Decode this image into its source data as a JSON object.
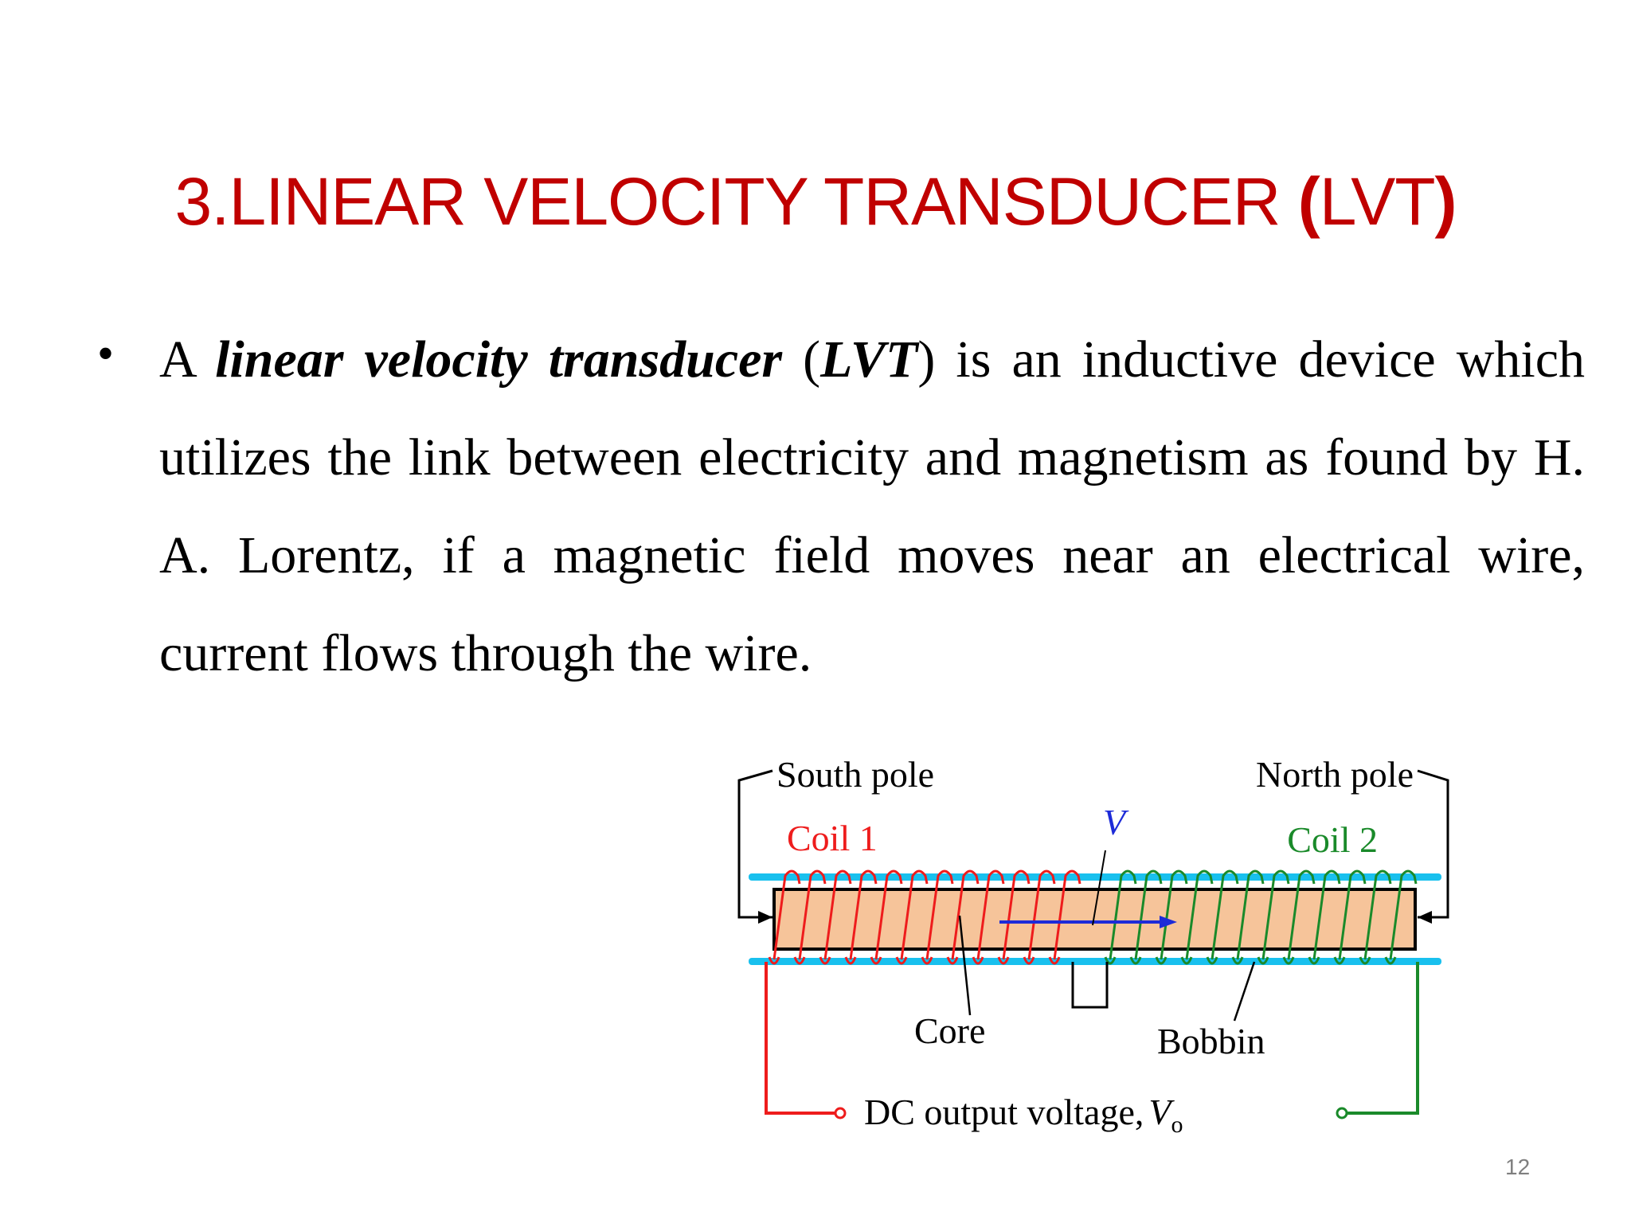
{
  "slide": {
    "title_main": "3.LINEAR VELOCITY TRANSDUCER ",
    "title_open": "(",
    "title_abbr": "LVT",
    "title_close": ")",
    "bullet_symbol": "•",
    "para_a": "A ",
    "para_term": "linear velocity transducer",
    "para_open": " (",
    "para_abbr": "LVT",
    "para_rest": ") is an inductive device which utilizes the link between electricity and magnetism as found by H. A. Lorentz,  if a magnetic field moves near an electrical wire, current flows through the wire.",
    "page_number": "12"
  },
  "diagram": {
    "south_pole": "South pole",
    "north_pole": "North pole",
    "coil1": "Coil 1",
    "coil2": "Coil 2",
    "velocity": "V",
    "core": "Core",
    "bobbin": "Bobbin",
    "output": "DC output voltage,",
    "output_symbol": "V",
    "output_sub": "o"
  },
  "colors": {
    "title": "#c00000",
    "coil1": "#ee1c1c",
    "coil2": "#1a8a2a",
    "bobbin_rails": "#19c0ee",
    "core_fill": "#f6c49a",
    "arrow": "#1d2bd8"
  }
}
